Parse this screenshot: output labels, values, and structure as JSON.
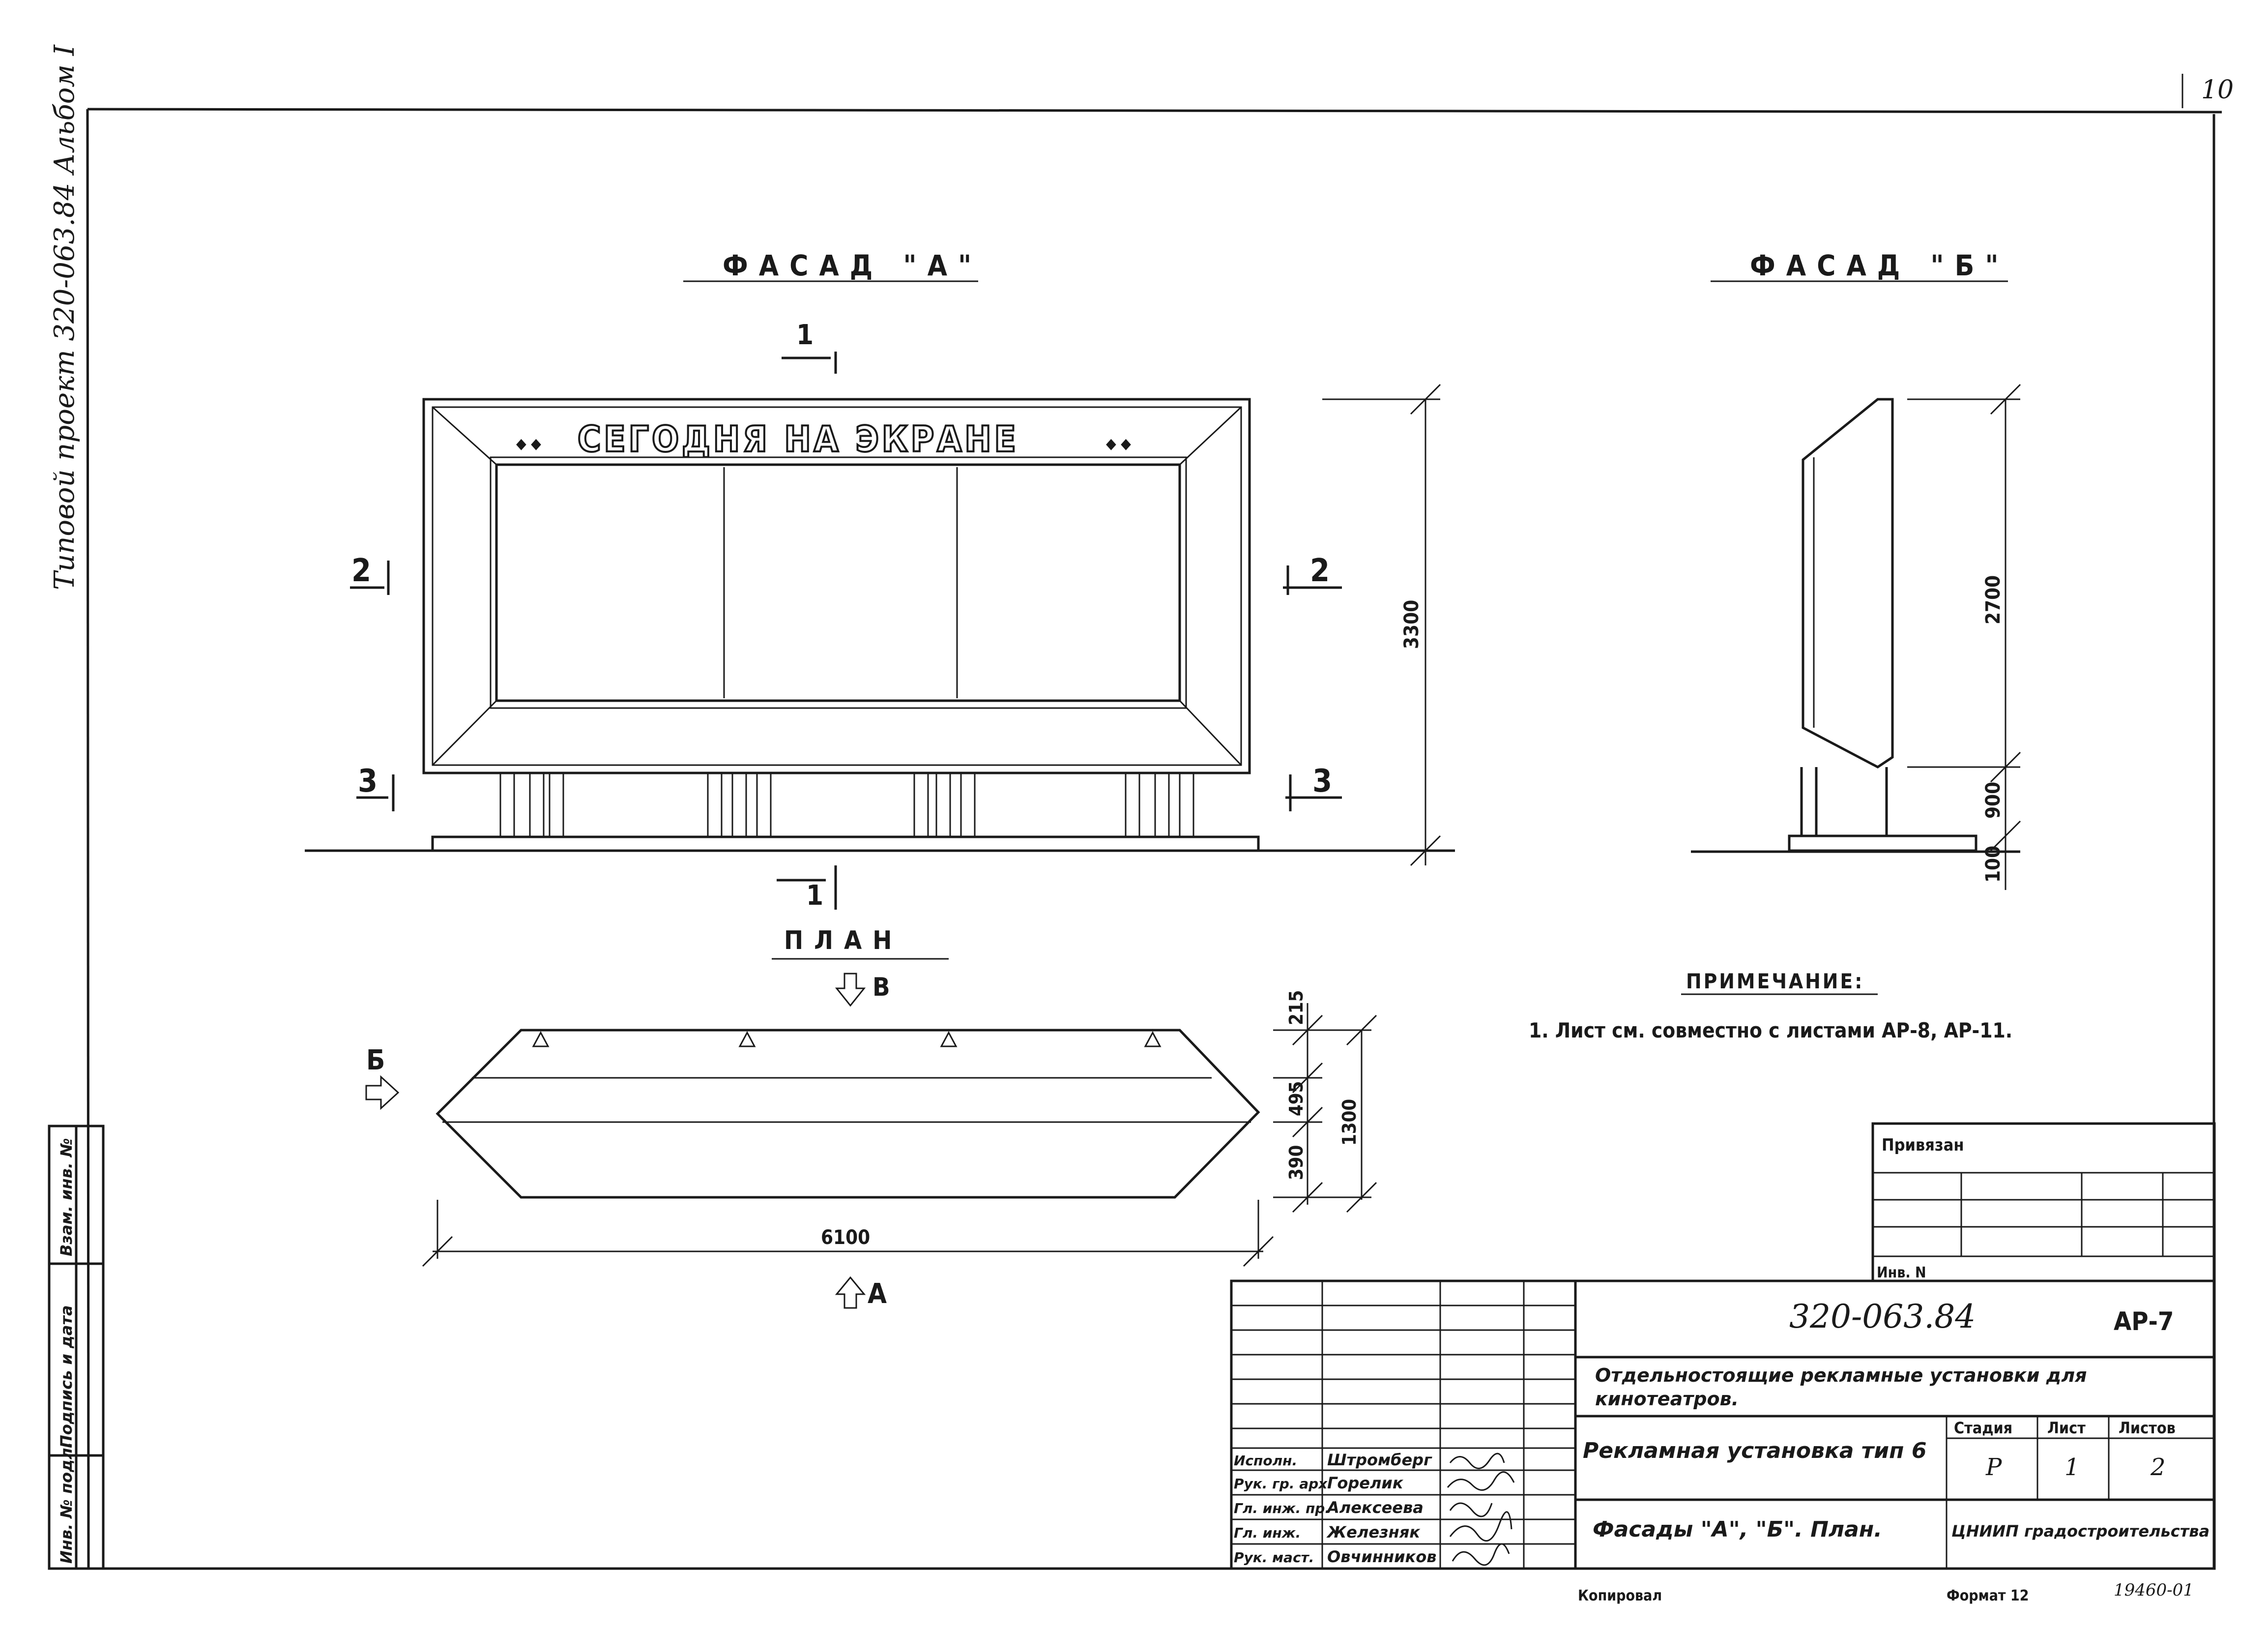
{
  "sheet_number": "10",
  "side_stamp": "Типовой проект 320-063.84 Альбом I",
  "views": {
    "facade_a": {
      "title": "ФАСАД \"А\"",
      "sign_text": "СЕГОДНЯ НА ЭКРАНЕ",
      "height_dim": "3300",
      "section_1": "1",
      "section_2": "2",
      "section_3": "3"
    },
    "facade_b": {
      "title": "ФАСАД \"Б\"",
      "dim_panel": "2700",
      "dim_post": "900",
      "dim_base": "100"
    },
    "plan": {
      "title": "ПЛАН",
      "arrow_b": "Б",
      "arrow_v": "В",
      "arrow_a": "А",
      "width_dim": "6100",
      "dim_1": "215",
      "dim_2": "495",
      "dim_3": "390",
      "dim_total": "1300"
    }
  },
  "note": {
    "heading": "ПРИМЕЧАНИЕ:",
    "line_1": "1. Лист см. совместно с листами АР-8, АР-11."
  },
  "left_stamp": {
    "col_1": "Инв. № подл.",
    "col_2": "Подпись и дата",
    "col_3": "Взам. инв. №"
  },
  "binding": {
    "label": "Привязан",
    "inv_label": "Инв. N"
  },
  "title_block": {
    "code": "320-063.84",
    "sheet_code": "АР-7",
    "project_title": "Отдельностоящие рекламные установки для кинотеатров.",
    "drawing_title": "Рекламная установка тип 6",
    "views_title": "Фасады \"А\", \"Б\". План.",
    "stage_label": "Стадия",
    "sheet_label": "Лист",
    "sheets_label": "Листов",
    "stage_value": "Р",
    "sheet_value": "1",
    "sheets_value": "2",
    "organization": "ЦНИИП градостроительства",
    "roles": [
      {
        "role": "Исполн.",
        "name": "Штромберг"
      },
      {
        "role": "Рук. гр. арх.",
        "name": "Горелик"
      },
      {
        "role": "Гл. инж. пр.",
        "name": "Алексеева"
      },
      {
        "role": "Гл. инж.",
        "name": "Железняк"
      },
      {
        "role": "Рук. маст.",
        "name": "Овчинников"
      }
    ],
    "copied_label": "Копировал",
    "format_label": "Формат 12",
    "archive_number": "19460-01"
  }
}
